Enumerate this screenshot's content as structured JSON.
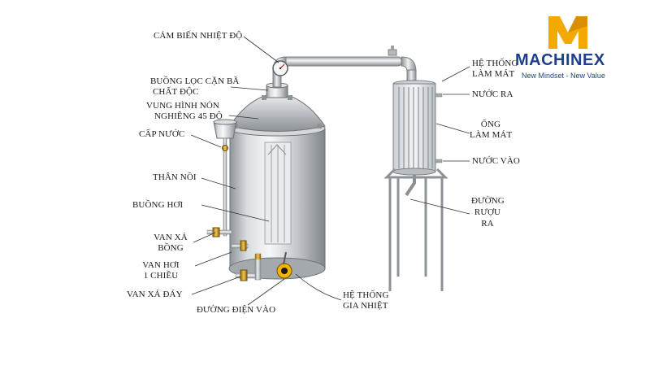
{
  "labels": {
    "cam_bien": "CẢM BIẾN NHIỆT ĐỘ",
    "buong_loc_1": "BUỒNG LỌC CẶN BÃ",
    "buong_loc_2": "CHẤT ĐỘC",
    "vung_non_1": "VUNG HÌNH NÓN",
    "vung_non_2": "NGHIÊNG 45 ĐỘ",
    "cap_nuoc": "CẤP NƯỚC",
    "than_noi": "THÂN NỒI",
    "buong_hoi": "BUỒNG HƠI",
    "van_xa_bong_1": "VAN XẢ",
    "van_xa_bong_2": "BỒNG",
    "van_hoi_1": "VAN HƠI",
    "van_hoi_2": "1 CHIỀU",
    "van_xa_day": "VAN XẢ ĐÁY",
    "duong_dien": "ĐƯỜNG ĐIỆN VÀO",
    "he_thong_gia_nhiet_1": "HỆ THỐNG",
    "he_thong_gia_nhiet_2": "GIA NHIỆT",
    "he_thong_lam_mat_1": "HỆ THỐNG",
    "he_thong_lam_mat_2": "LÀM MÁT",
    "nuoc_ra": "NƯỚC RA",
    "ong_lam_mat_1": "ỐNG",
    "ong_lam_mat_2": "LÀM MÁT",
    "nuoc_vao": "NƯỚC VÀO",
    "duong_ruou_1": "ĐƯỜNG",
    "duong_ruou_2": "RƯỢU",
    "duong_ruou_3": "RA"
  },
  "brand": {
    "name": "MACHINEX",
    "tagline": "New Mindset - New Value",
    "gold": "#f2a900",
    "blue": "#1f3f8c"
  }
}
